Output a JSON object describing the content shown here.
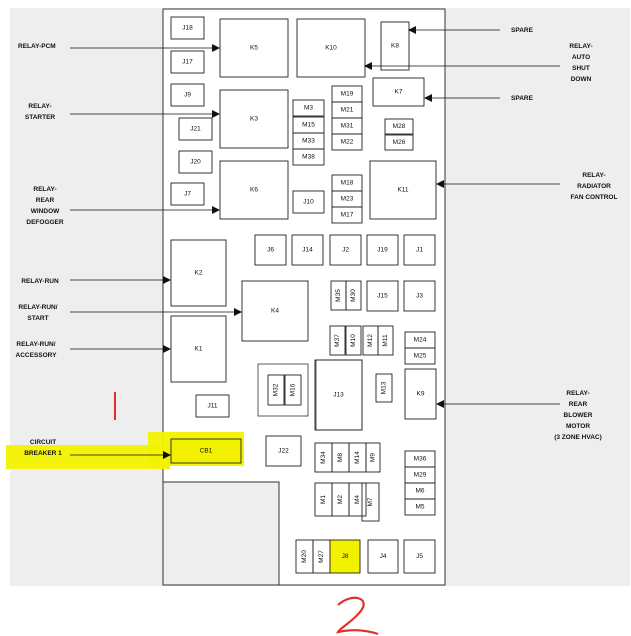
{
  "diagram": {
    "callouts": {
      "relay_pcm": "RELAY-PCM",
      "relay_starter": [
        "RELAY-",
        "STARTER"
      ],
      "relay_rear_window_defogger": [
        "RELAY-",
        "REAR",
        "WINDOW",
        "DEFOGGER"
      ],
      "relay_run": "RELAY-RUN",
      "relay_run_start": [
        "RELAY-RUN/",
        "START"
      ],
      "relay_run_accessory": [
        "RELAY-RUN/",
        "ACCESSORY"
      ],
      "circuit_breaker_1": [
        "CIRCUIT",
        "BREAKER 1"
      ],
      "spare_top": "SPARE",
      "relay_auto_shut_down": [
        "RELAY-",
        "AUTO",
        "SHUT",
        "DOWN"
      ],
      "spare_mid": "SPARE",
      "relay_radiator_fan_control": [
        "RELAY-",
        "RADIATOR",
        "FAN CONTROL"
      ],
      "relay_rear_blower_motor": [
        "RELAY-",
        "REAR",
        "BLOWER",
        "MOTOR",
        "(3 ZONE HVAC)"
      ]
    },
    "components": {
      "J18": "J18",
      "J17": "J17",
      "K5": "K5",
      "K10": "K10",
      "K8": "K8",
      "J9": "J9",
      "K3": "K3",
      "K7": "K7",
      "M3": "M3",
      "M15": "M15",
      "M33": "M33",
      "M38": "M38",
      "M19": "M19",
      "M21": "M21",
      "M31": "M31",
      "M22": "M22",
      "M28": "M28",
      "M26": "M26",
      "J21": "J21",
      "J20": "J20",
      "J7": "J7",
      "K6": "K6",
      "J10": "J10",
      "M18": "M18",
      "M23": "M23",
      "M17": "M17",
      "K11": "K11",
      "J6": "J6",
      "J14": "J14",
      "J2": "J2",
      "J19": "J19",
      "J1": "J1",
      "K2": "K2",
      "M35": "M35",
      "M30": "M30",
      "J15": "J15",
      "J3": "J3",
      "K4": "K4",
      "K1": "K1",
      "M37": "M37",
      "M10": "M10",
      "M12": "M12",
      "M11": "M11",
      "M24": "M24",
      "M25": "M25",
      "M32": "M32",
      "M16": "M16",
      "J13": "J13",
      "M13": "M13",
      "K9": "K9",
      "J11": "J11",
      "CB1": "CB1",
      "J22": "J22",
      "M34": "M34",
      "M8": "M8",
      "M14": "M14",
      "M9": "M9",
      "M36": "M36",
      "M29": "M29",
      "M6": "M6",
      "M5": "M5",
      "M1": "M1",
      "M2": "M2",
      "M4": "M4",
      "M7": "M7",
      "M20": "M20",
      "M27": "M27",
      "J8": "J8",
      "J4": "J4",
      "J5": "J5"
    },
    "highlight_color": "#f2f200",
    "annotation_color": "#e0302a"
  }
}
